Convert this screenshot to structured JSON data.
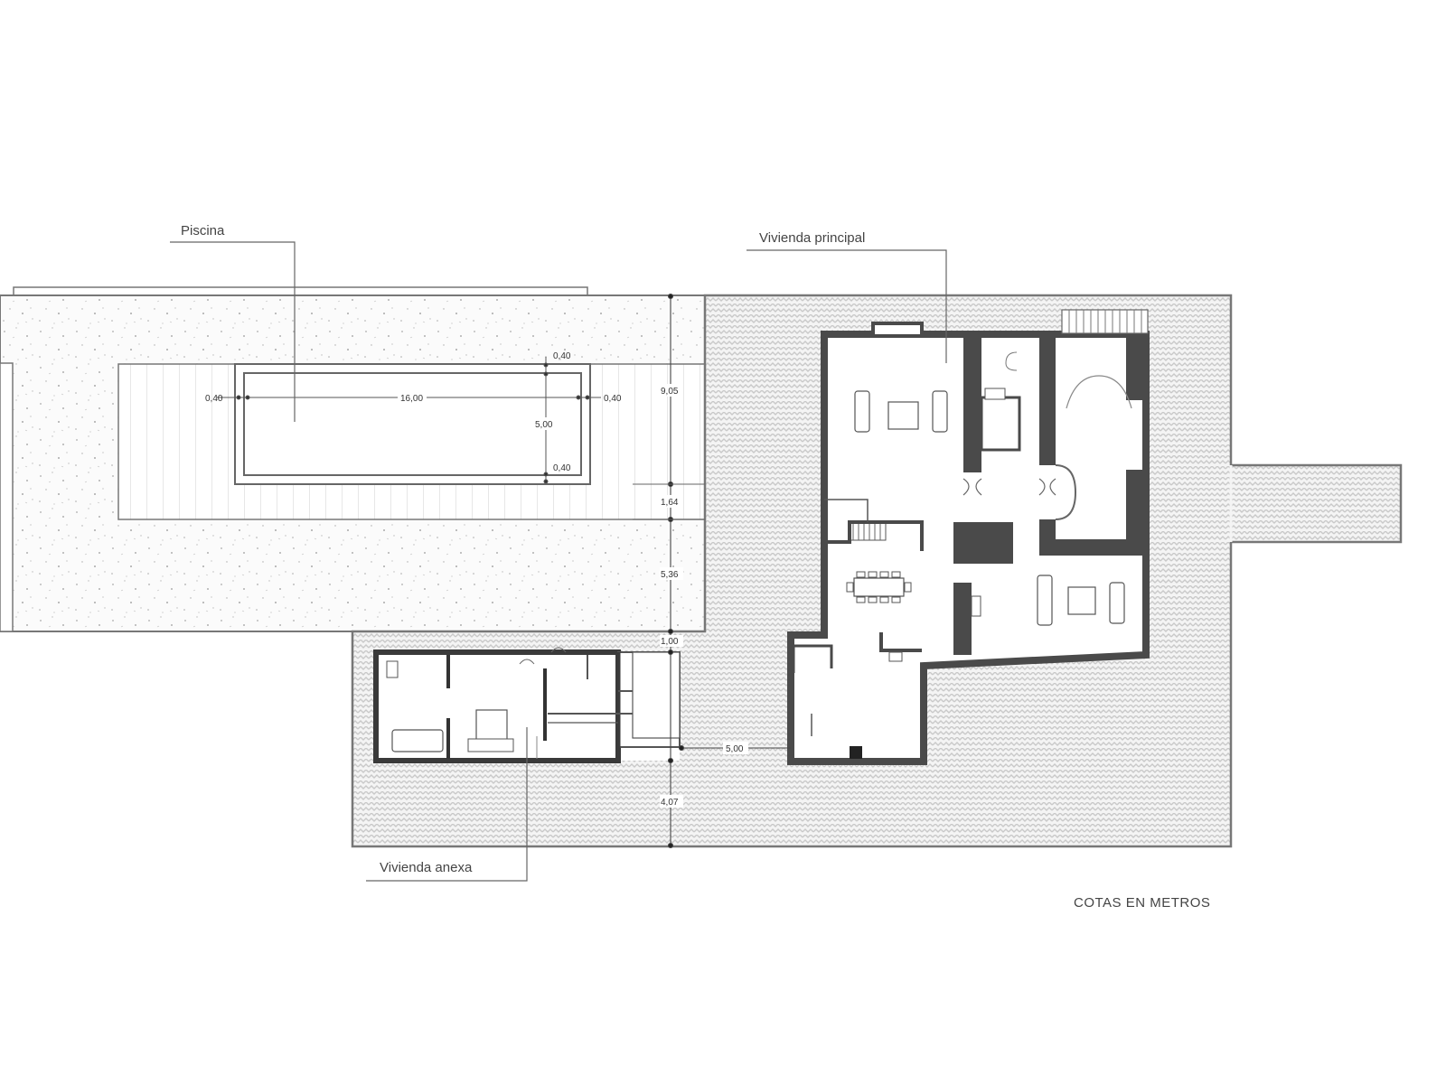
{
  "drawing": {
    "type": "site floor plan",
    "units_note": "COTAS EN METROS"
  },
  "labels": {
    "pool": "Piscina",
    "main_house": "Vivienda principal",
    "annex_house": "Vivienda anexa"
  },
  "pool_dimensions": {
    "length": "16,00",
    "width": "5,00",
    "edge_top": "0,40",
    "edge_bottom": "0,40",
    "edge_left": "0,40",
    "edge_right": "0,40"
  },
  "vertical_dimensions": {
    "d1": "9,05",
    "d2": "1,64",
    "d3": "5,36",
    "d4": "1,00",
    "d5": "4,07"
  },
  "horizontal_dimensions": {
    "annex_to_main": "5,00"
  },
  "colors": {
    "wall": "#4a4a4a",
    "line": "#555555",
    "hatch": "#c8c8c8",
    "paper": "#ffffff"
  }
}
